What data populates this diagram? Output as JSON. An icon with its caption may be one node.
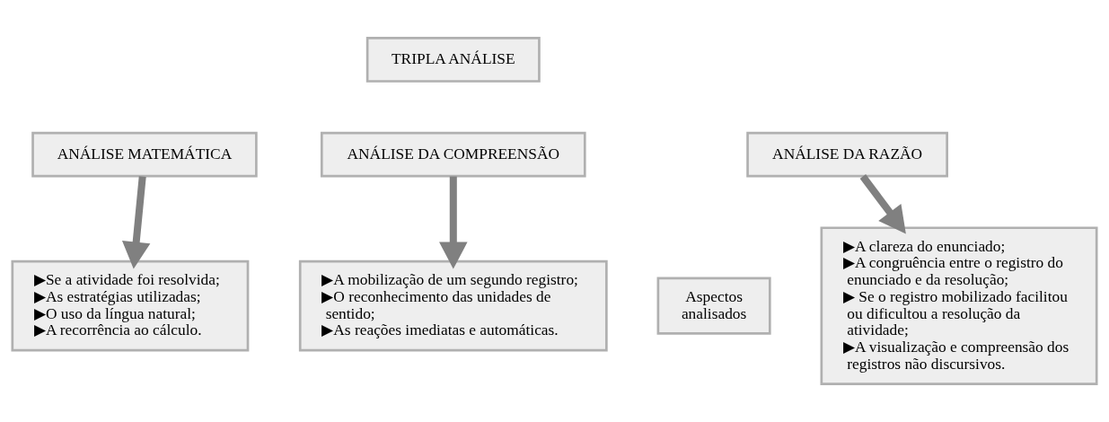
{
  "diagram": {
    "nodes": [
      {
        "text": [
          "TRIPLA ANÁLISE"
        ]
      },
      {
        "text": [
          "ANÁLISE MATEMÁTICA"
        ]
      },
      {
        "text": [
          "ANÁLISE DA COMPREENSÃO"
        ]
      },
      {
        "text": [
          "ANÁLISE DA RAZÃO"
        ]
      },
      {
        "text": [
          "Aspectos analisados"
        ]
      },
      {
        "text": [
          "▶Se a atividade foi resolvida;",
          "▶As estratégias utilizadas;",
          "▶O uso da língua natural;",
          "▶A recorrência ao cálculo."
        ]
      },
      {
        "text": [
          "▶A mobilização de um segundo registro;",
          "▶O reconhecimento das unidades de sentido;",
          "▶As reações imediatas e automáticas."
        ]
      },
      {
        "text": [
          "▶A clareza do enunciado;",
          "▶A congruência entre o registro do enunciado e da resolução;",
          "▶ Se o registro mobilizado facilitou ou dificultou a resolução da atividade;",
          "▶A visualização e compreensão dos registros não discursivos."
        ]
      }
    ],
    "edges": [
      {
        "from": 1,
        "to": 5,
        "arrow": "to"
      },
      {
        "from": 2,
        "to": 6,
        "arrow": "to"
      },
      {
        "from": 3,
        "to": 7,
        "arrow": "to"
      }
    ]
  }
}
